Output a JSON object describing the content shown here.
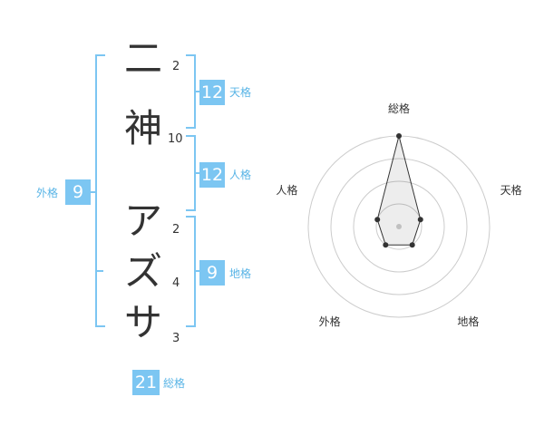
{
  "name": {
    "chars": [
      {
        "char": "二",
        "strokes": "2"
      },
      {
        "char": "神",
        "strokes": "10"
      },
      {
        "char": "ア",
        "strokes": "2"
      },
      {
        "char": "ズ",
        "strokes": "4"
      },
      {
        "char": "サ",
        "strokes": "3"
      }
    ]
  },
  "kakusu": {
    "tenkaku": {
      "value": "12",
      "label": "天格"
    },
    "jinkaku": {
      "value": "12",
      "label": "人格"
    },
    "chikaku": {
      "value": "9",
      "label": "地格"
    },
    "gaikaku": {
      "value": "9",
      "label": "外格"
    },
    "soukaku": {
      "value": "21",
      "label": "総格"
    }
  },
  "colors": {
    "accent": "#7cc6f2",
    "text": "#333333",
    "label": "#58b4e6"
  },
  "chart_data": {
    "type": "radar",
    "axes": [
      "総格",
      "天格",
      "地格",
      "外格",
      "人格"
    ],
    "rings": 4,
    "values": [
      4,
      1,
      1,
      1,
      1
    ],
    "max": 4
  }
}
